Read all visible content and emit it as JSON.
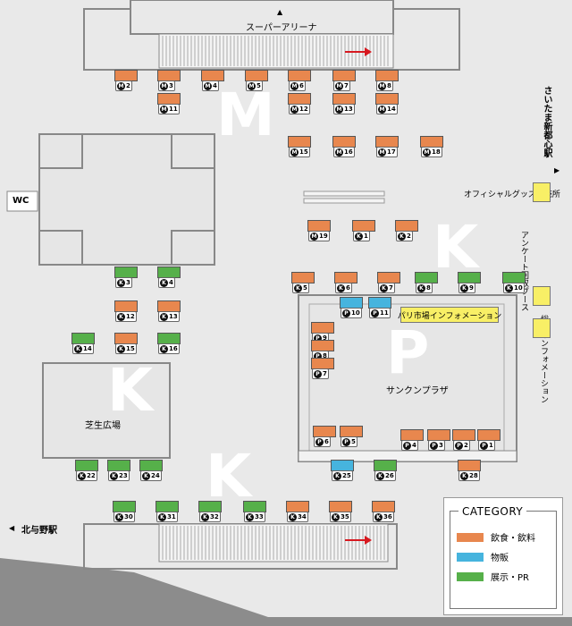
{
  "header": {
    "top_entrance": "スーパーアリーナ",
    "top_entrance_arrow": "▲",
    "right_station": "さいたま新都心駅",
    "left_station": "北与野駅",
    "left_station_arrow": "◀",
    "right_station_arrow": "▶",
    "wc": "WC"
  },
  "zones": {
    "m": "M",
    "k1": "K",
    "p": "P",
    "k2": "K",
    "k3": "K"
  },
  "places": {
    "lawn": "芝生広場",
    "sunken": "サンクンプラザ",
    "official": "オフィシャルグッズ販売所",
    "survey": "アンケート回収ブース",
    "info": "総合インフォメーション",
    "pari_info": "パリ市場インフォメーション"
  },
  "legend": {
    "title": "CATEGORY",
    "items": [
      {
        "label": "飲食・飲料",
        "color": "#e8874e"
      },
      {
        "label": "物販",
        "color": "#46b4de"
      },
      {
        "label": "展示・PR",
        "color": "#56b04a"
      }
    ]
  },
  "stalls": [
    {
      "prefix": "M",
      "num": "2",
      "cat": "food"
    },
    {
      "prefix": "M",
      "num": "3",
      "cat": "food"
    },
    {
      "prefix": "M",
      "num": "4",
      "cat": "food"
    },
    {
      "prefix": "M",
      "num": "5",
      "cat": "food"
    },
    {
      "prefix": "M",
      "num": "6",
      "cat": "food"
    },
    {
      "prefix": "M",
      "num": "7",
      "cat": "food"
    },
    {
      "prefix": "M",
      "num": "8",
      "cat": "food"
    },
    {
      "prefix": "M",
      "num": "11",
      "cat": "food"
    },
    {
      "prefix": "M",
      "num": "12",
      "cat": "food"
    },
    {
      "prefix": "M",
      "num": "13",
      "cat": "food"
    },
    {
      "prefix": "M",
      "num": "14",
      "cat": "food"
    },
    {
      "prefix": "M",
      "num": "15",
      "cat": "food"
    },
    {
      "prefix": "M",
      "num": "16",
      "cat": "food"
    },
    {
      "prefix": "M",
      "num": "17",
      "cat": "food"
    },
    {
      "prefix": "M",
      "num": "18",
      "cat": "food"
    },
    {
      "prefix": "M",
      "num": "19",
      "cat": "food"
    },
    {
      "prefix": "K",
      "num": "1",
      "cat": "food"
    },
    {
      "prefix": "K",
      "num": "2",
      "cat": "food"
    },
    {
      "prefix": "K",
      "num": "3",
      "cat": "pr"
    },
    {
      "prefix": "K",
      "num": "4",
      "cat": "pr"
    },
    {
      "prefix": "K",
      "num": "5",
      "cat": "food"
    },
    {
      "prefix": "K",
      "num": "6",
      "cat": "food"
    },
    {
      "prefix": "K",
      "num": "7",
      "cat": "food"
    },
    {
      "prefix": "K",
      "num": "8",
      "cat": "pr"
    },
    {
      "prefix": "K",
      "num": "9",
      "cat": "pr"
    },
    {
      "prefix": "K",
      "num": "10",
      "cat": "pr"
    },
    {
      "prefix": "K",
      "num": "12",
      "cat": "food"
    },
    {
      "prefix": "K",
      "num": "13",
      "cat": "food"
    },
    {
      "prefix": "K",
      "num": "14",
      "cat": "pr"
    },
    {
      "prefix": "K",
      "num": "15",
      "cat": "food"
    },
    {
      "prefix": "K",
      "num": "16",
      "cat": "pr"
    },
    {
      "prefix": "P",
      "num": "10",
      "cat": "goods"
    },
    {
      "prefix": "P",
      "num": "11",
      "cat": "goods"
    },
    {
      "prefix": "P",
      "num": "9",
      "cat": "food"
    },
    {
      "prefix": "P",
      "num": "8",
      "cat": "food"
    },
    {
      "prefix": "P",
      "num": "7",
      "cat": "food"
    },
    {
      "prefix": "P",
      "num": "6",
      "cat": "food"
    },
    {
      "prefix": "P",
      "num": "5",
      "cat": "food"
    },
    {
      "prefix": "P",
      "num": "4",
      "cat": "food"
    },
    {
      "prefix": "P",
      "num": "3",
      "cat": "food"
    },
    {
      "prefix": "P",
      "num": "2",
      "cat": "food"
    },
    {
      "prefix": "P",
      "num": "1",
      "cat": "food"
    },
    {
      "prefix": "K",
      "num": "22",
      "cat": "pr"
    },
    {
      "prefix": "K",
      "num": "23",
      "cat": "pr"
    },
    {
      "prefix": "K",
      "num": "24",
      "cat": "pr"
    },
    {
      "prefix": "K",
      "num": "25",
      "cat": "goods"
    },
    {
      "prefix": "K",
      "num": "26",
      "cat": "pr"
    },
    {
      "prefix": "K",
      "num": "28",
      "cat": "food"
    },
    {
      "prefix": "K",
      "num": "30",
      "cat": "pr"
    },
    {
      "prefix": "K",
      "num": "31",
      "cat": "pr"
    },
    {
      "prefix": "K",
      "num": "32",
      "cat": "pr"
    },
    {
      "prefix": "K",
      "num": "33",
      "cat": "pr"
    },
    {
      "prefix": "K",
      "num": "34",
      "cat": "food"
    },
    {
      "prefix": "K",
      "num": "35",
      "cat": "food"
    },
    {
      "prefix": "K",
      "num": "36",
      "cat": "food"
    }
  ]
}
